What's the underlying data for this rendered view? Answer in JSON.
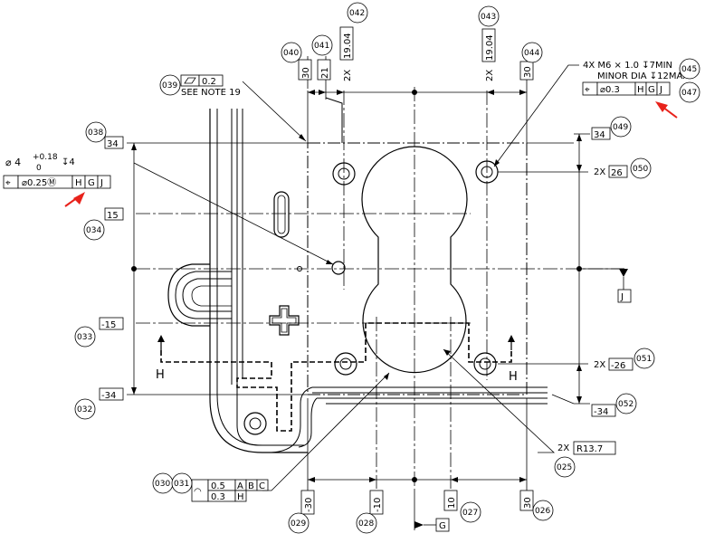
{
  "balloons": {
    "b025": "025",
    "b026": "026",
    "b027": "027",
    "b028": "028",
    "b029": "029",
    "b030": "030",
    "b031": "031",
    "b032": "032",
    "b033": "033",
    "b034": "034",
    "b038": "038",
    "b039": "039",
    "b040": "040",
    "b041": "041",
    "b042": "042",
    "b043": "043",
    "b044": "044",
    "b045": "045",
    "b047": "047",
    "b049": "049",
    "b050": "050",
    "b051": "051",
    "b052": "052"
  },
  "dims": {
    "top_left_30": "30",
    "top_21": "21",
    "top_2x_left": "2X",
    "top_19_04_left": "19.04",
    "top_2x_right": "2X",
    "top_19_04_right": "19.04",
    "top_right_30": "30",
    "left_34": "34",
    "left_15": "15",
    "left_neg15": "-15",
    "left_neg34": "-34",
    "right_34": "34",
    "right_2x_26": "2X",
    "right_26": "26",
    "right_2x_neg26": "2X",
    "right_neg26": "-26",
    "right_neg34": "-34",
    "bot_neg30": "-30",
    "bot_neg10": "-10",
    "bot_10": "10",
    "bot_30": "30",
    "radius_2x": "2X",
    "radius_r": "R13.7"
  },
  "notes": {
    "flatness_value": "0.2",
    "see_note": "SEE NOTE 19",
    "thread_line1": "4X M6 × 1.0 ↧7MIN",
    "thread_line2": "MINOR DIA ↧12MAX",
    "hole_dia_prefix": "⌀ 4",
    "hole_tol_upper": "+0.18",
    "hole_tol_lower": "0",
    "hole_depth": "↧4",
    "section_h_left": "H",
    "section_h_right": "H"
  },
  "fcf": {
    "right_symbol": "⌖",
    "right_value": "⌀0.3",
    "right_datum_a": "H",
    "right_datum_b": "G",
    "right_datum_c": "J",
    "left_symbol": "⌖",
    "left_value": "⌀0.25Ⓜ",
    "left_datum_a": "H",
    "left_datum_b": "G",
    "left_datum_c": "J",
    "profile_symbol": "◠",
    "profile_value1": "0.5",
    "profile_datum_a": "A",
    "profile_datum_b": "B",
    "profile_datum_c": "C",
    "profile_value2": "0.3",
    "profile_datum_d": "H"
  },
  "datums": {
    "datum_j": "J",
    "datum_g": "G"
  },
  "colors": {
    "annotation_arrow": "#e8221b",
    "line": "#000000"
  }
}
